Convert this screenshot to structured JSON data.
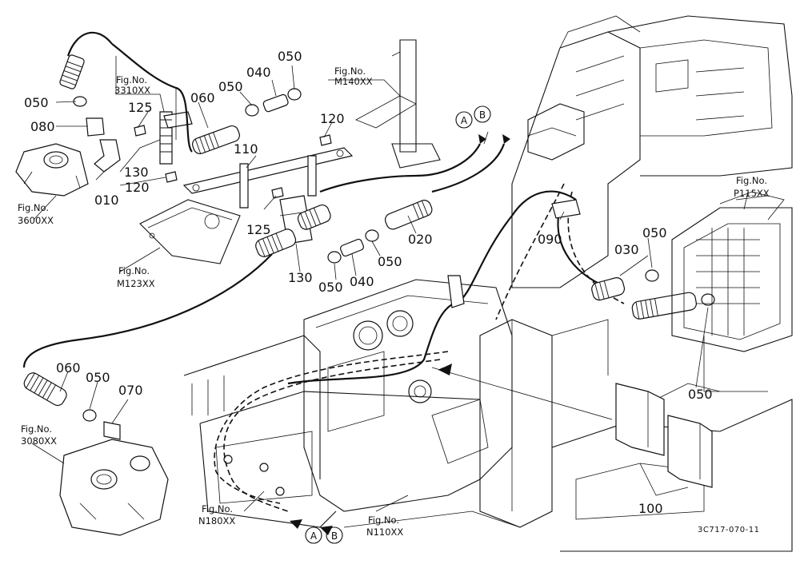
{
  "diagram": {
    "code": "3C717-070-11",
    "letters": {
      "a": "A",
      "b": "B"
    },
    "parts": {
      "p010": "010",
      "p020": "020",
      "p030": "030",
      "p040": "040",
      "p050": "050",
      "p060": "060",
      "p070": "070",
      "p080": "080",
      "p090": "090",
      "p100": "100",
      "p110": "110",
      "p120": "120",
      "p125": "125",
      "p130": "130"
    },
    "figs": {
      "prefix": "Fig.No.",
      "f3310": "3310XX",
      "fM140": "M140XX",
      "f3600": "3600XX",
      "fM123": "M123XX",
      "fP115": "P115XX",
      "f3080": "3080XX",
      "fN180": "N180XX",
      "fN110": "N110XX"
    }
  }
}
